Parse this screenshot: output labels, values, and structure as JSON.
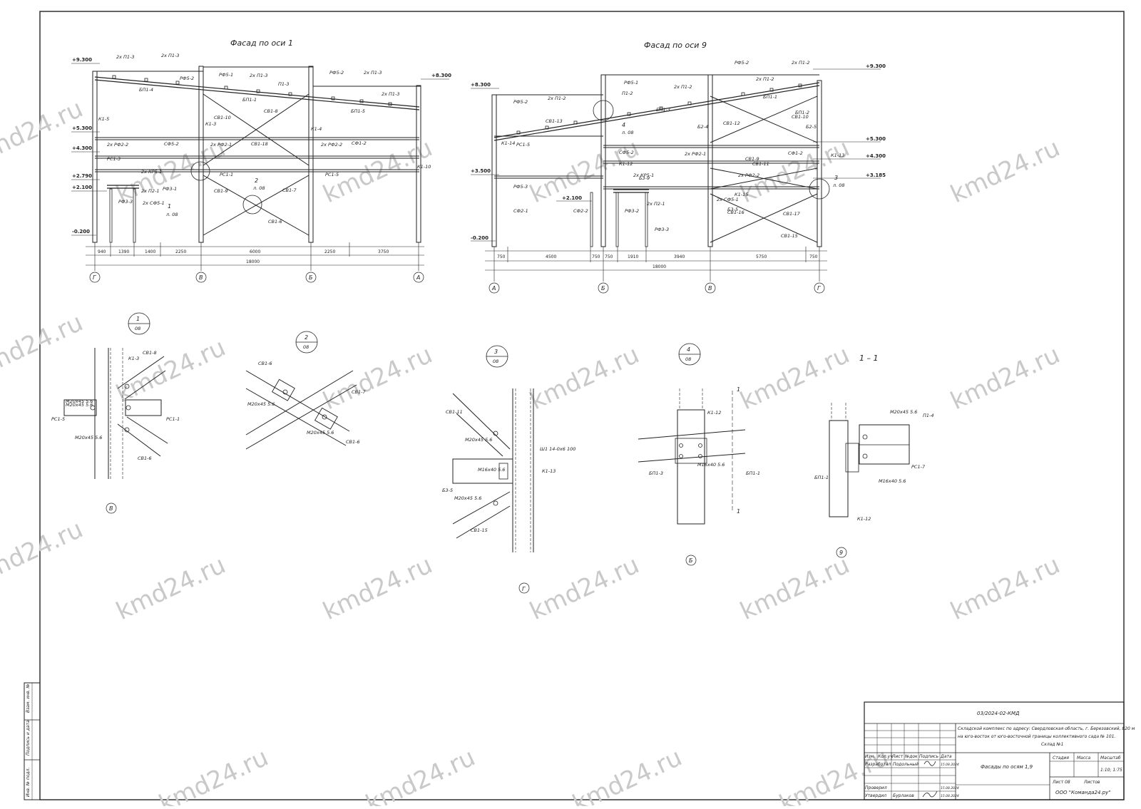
{
  "facade1": {
    "title": "Фасад по оси 1",
    "elevations": [
      "+9.300",
      "+8.300",
      "+5.300",
      "+4.300",
      "+2.790",
      "+2.100",
      "-0.200"
    ],
    "labels": [
      "2х П1-3",
      "2х П1-3",
      "РФ5-2",
      "БП1-4",
      "РФ5-1",
      "2х П1-3",
      "П1-3",
      "РФ5-2",
      "2х П1-3",
      "2х П1-3",
      "БП1-5",
      "БП1-1",
      "СВ1-8",
      "СВ1-10",
      "К1-3",
      "К1-4",
      "К1-5",
      "2х РФ2-2",
      "СФ5-2",
      "2х РФ2-1",
      "СВ1-18",
      "2х РФ2-2",
      "СФ1-2",
      "РС1-3",
      "2х КР5-1",
      "2х П2-1",
      "РФ3-1",
      "РС1-1",
      "СВ1-9",
      "РС1-5",
      "К1-10",
      "РФ3-3",
      "2х СФ5-1",
      "СВ1-7",
      "СВ1-6"
    ],
    "dimensions": [
      "940",
      "1390",
      "1400",
      "2250",
      "6000",
      "2250",
      "3750",
      "18000"
    ],
    "axes": [
      "Г",
      "В",
      "Б",
      "А"
    ],
    "callout1": {
      "num": "1",
      "sheet": "л. 08"
    },
    "callout2": {
      "num": "2",
      "sheet": "л. 08"
    }
  },
  "facade9": {
    "title": "Фасад по оси 9",
    "elevations": [
      "+9.300",
      "+8.300",
      "+5.300",
      "+4.300",
      "+3.500",
      "+3.185",
      "+2.100",
      "-0.200"
    ],
    "labels": [
      "РФ5-2",
      "2х П1-2",
      "РФ5-1",
      "П1-2",
      "2х П1-2",
      "БП1-3",
      "РФ5-2",
      "2х П1-2",
      "СВ1-13",
      "2х П1-2",
      "БП1-1",
      "БП1-2",
      "СВ1-12",
      "СВ1-10",
      "Б2-4",
      "Б2-5",
      "К1-14",
      "РС1-5",
      "СФ5-2",
      "2х РФ2-1",
      "СВ1-9",
      "СВ1-11",
      "СФ1-2",
      "К1-13",
      "К1-12",
      "2х КР5-1",
      "Б3-9",
      "2х РФ2-2",
      "РФ5-3",
      "СФ2-1",
      "СФ2-2",
      "2х П2-1",
      "РФ3-2",
      "РФ3-3",
      "2х СФ5-1",
      "К1-15",
      "Б3-5",
      "СВ1-17",
      "СВ1-15",
      "СВ1-16"
    ],
    "dimensions": [
      "750",
      "4500",
      "750",
      "750",
      "1910",
      "3940",
      "5750",
      "750",
      "18000"
    ],
    "axes": [
      "А",
      "Б",
      "В",
      "Г"
    ],
    "callout3": {
      "num": "3",
      "sheet": "л. 08"
    },
    "callout4": {
      "num": "4",
      "sheet": "л. 08"
    }
  },
  "details": {
    "d1": {
      "num": "1",
      "sheet": "08",
      "axis": "В",
      "labels": [
        "К1-3",
        "СВ1-8",
        "М20х45 5.6",
        "М20х45 5.6",
        "РС1-5",
        "РС1-1",
        "М20х45 5.6",
        "СВ1-6"
      ]
    },
    "d2": {
      "num": "2",
      "sheet": "08",
      "labels": [
        "СВ1-6",
        "М20х45 5.6",
        "СВ1-7",
        "М20х45 5.6",
        "СВ1-6"
      ]
    },
    "d3": {
      "num": "3",
      "sheet": "08",
      "axis": "Г",
      "labels": [
        "СВ1-11",
        "М20х45 5.6",
        "Ш1 14-0х6 100",
        "К1-13",
        "М16х40 5.6",
        "Б3-5",
        "М20х45 5.6",
        "СВ1-15"
      ]
    },
    "d4": {
      "num": "4",
      "sheet": "08",
      "axis": "Б",
      "labels": [
        "К1-12",
        "БП1-3",
        "М16х40 5.6",
        "БП1-1"
      ],
      "cut": "1"
    },
    "section": {
      "title": "1 – 1",
      "axis": "9",
      "labels": [
        "М20х45 5.6",
        "П1-4",
        "РС1-7",
        "БП1-1",
        "М16х40 5.6",
        "К1-12"
      ]
    }
  },
  "watermark": "kmd24.ru",
  "stamp": {
    "code": "03/2024-02-КМД",
    "object": "Складской комплекс по адресу: Свердловская область, г. Березовский, 820 м на юго-восток от юго-восточной границы коллективного сада № 101. Склад №1",
    "sheet_title": "Фасады по осям 1,9",
    "headers": {
      "izm": "Изм.",
      "kol": "Кол.уч",
      "list": "Лист",
      "ndok": "№док",
      "podp": "Подпись",
      "data": "Дата"
    },
    "stage": "Стадия",
    "mass": "Масса",
    "scale_label": "Масштаб",
    "scale": "1:10; 1:75",
    "sheet": "Лист 08",
    "sheets": "Листов",
    "developed_label": "Разработал",
    "developed_name": "Подольный",
    "checked_label": "Проверил",
    "approved_label": "Утвердил",
    "approved_name": "Бурлаков",
    "dates": [
      "15.08.2024",
      "15.08.2024",
      "15.08.2024"
    ],
    "company": "ООО \"Команда24.ру\"",
    "side_fields": [
      "Взам. инв. №",
      "Подпись и дата",
      "Инв. № подл."
    ]
  }
}
